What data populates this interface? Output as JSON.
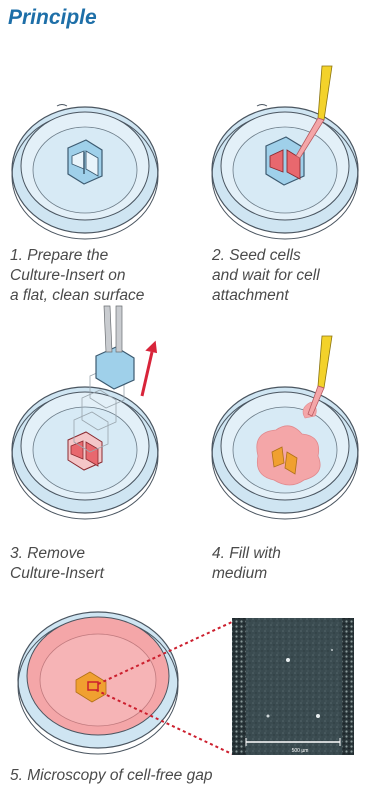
{
  "title": "Principle",
  "steps": [
    {
      "caption": "1. Prepare the\nCulture-Insert on\na flat, clean surface"
    },
    {
      "caption": "2. Seed cells\nand wait for cell\nattachment"
    },
    {
      "caption": "3. Remove\nCulture-Insert"
    },
    {
      "caption": "4. Fill with\nmedium"
    },
    {
      "caption": "5. Microscopy of cell-free gap"
    }
  ],
  "micrograph": {
    "scale_label": "500 µm"
  },
  "colors": {
    "title": "#1e6fa8",
    "dish_fill": "#cfe5f2",
    "dish_stroke": "#4a5560",
    "insert_blue": "#9fd0ea",
    "cells_red": "#e8686e",
    "medium_pink": "#f4a6a8",
    "gap_orange": "#f0a030",
    "arrow_red": "#d8243a",
    "pipette_yellow": "#f3d22a",
    "dotted_line": "#cc1f2e"
  }
}
